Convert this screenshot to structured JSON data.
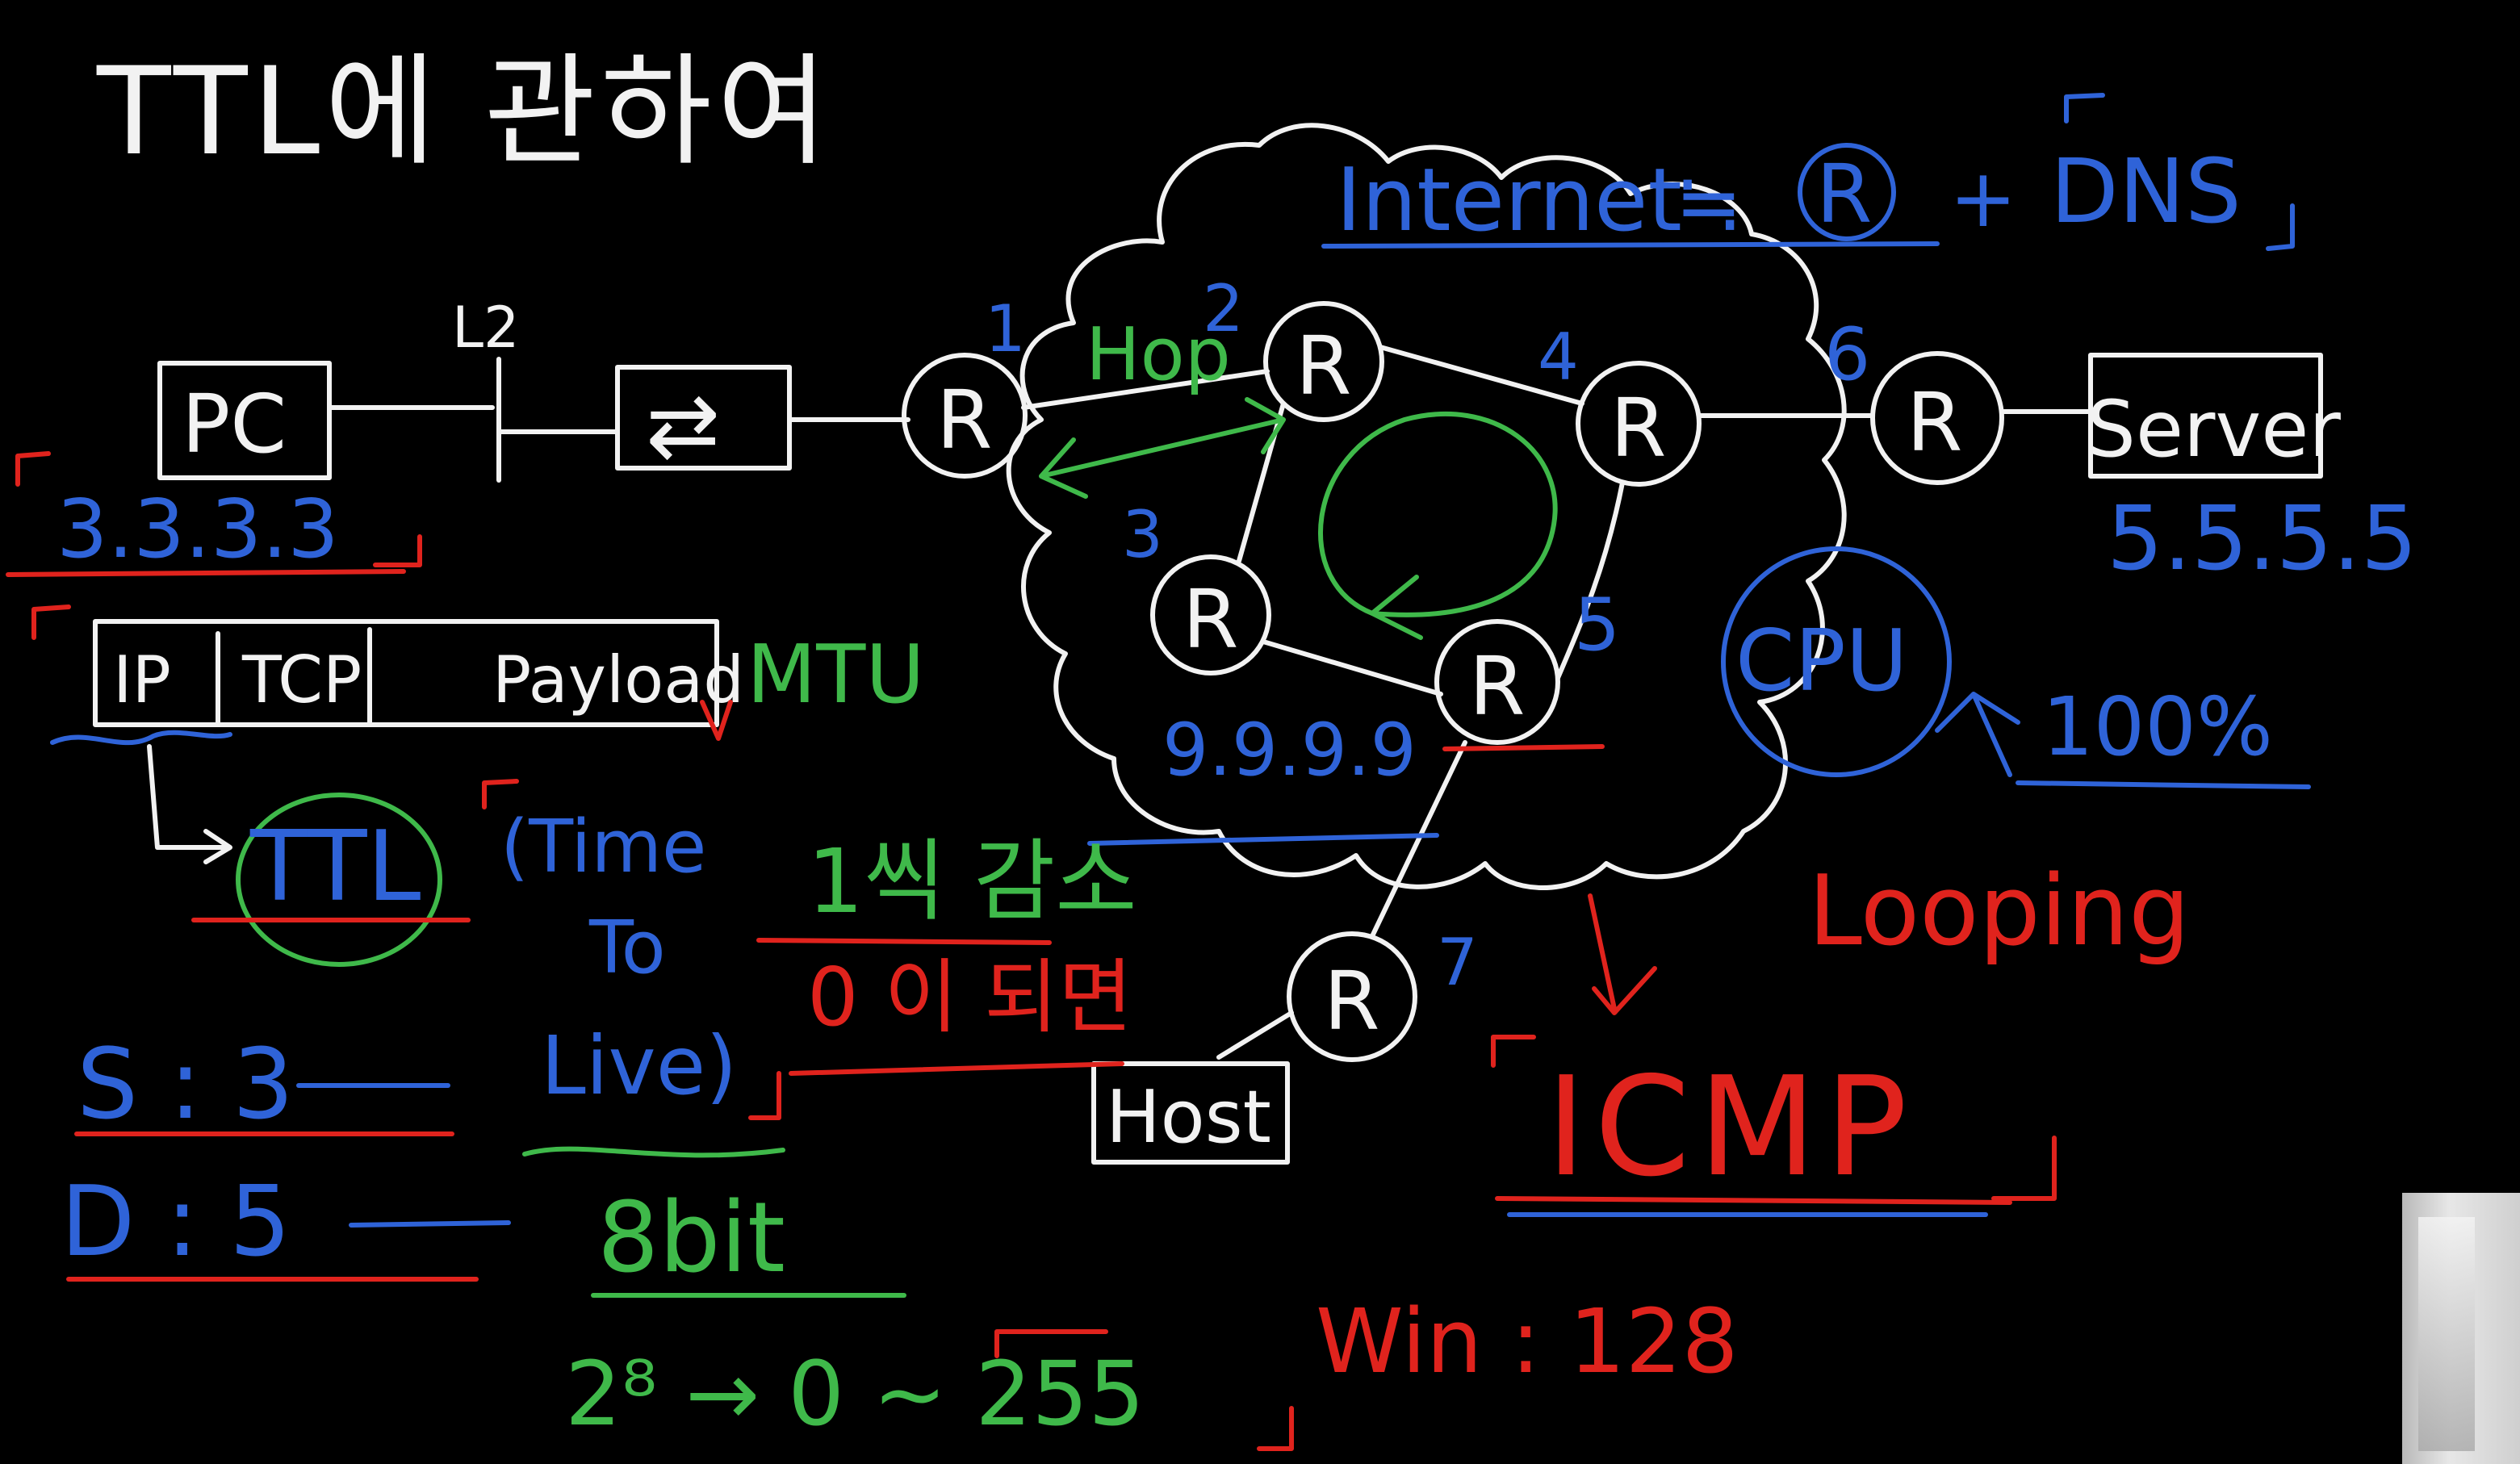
{
  "title": "TTL에 관하여",
  "internet_formula": {
    "lhs": "Internet",
    "eq": "≒",
    "router": "R",
    "plus": "+",
    "dns": "DNS"
  },
  "labels": {
    "l2": "L2",
    "pc": "PC",
    "switch_glyph": "⇄",
    "server": "Server",
    "host": "Host",
    "router": "R",
    "hop": "Hop",
    "mtu": "MTU",
    "cpu": "CPU",
    "percent": "100%",
    "looping": "Looping",
    "icmp": "ICMP",
    "win": "Win : 128"
  },
  "ips": {
    "pc": "3.3.3.3",
    "server": "5.5.5.5",
    "router5": "9.9.9.9"
  },
  "hop_numbers": [
    "1",
    "2",
    "3",
    "4",
    "5",
    "6",
    "7"
  ],
  "packet": {
    "ip": "IP",
    "tcp": "TCP",
    "payload": "Payload"
  },
  "ttl": {
    "abbr": "TTL",
    "expand_1": "(Time",
    "expand_2": "To",
    "expand_3": "Live)"
  },
  "notes": {
    "decrement": "1씩 감소",
    "zero": "0 이 되면",
    "bits": "8bit",
    "range": "2⁸ → 0 ~ 255",
    "src": "S : 3",
    "dst": "D : 5"
  }
}
